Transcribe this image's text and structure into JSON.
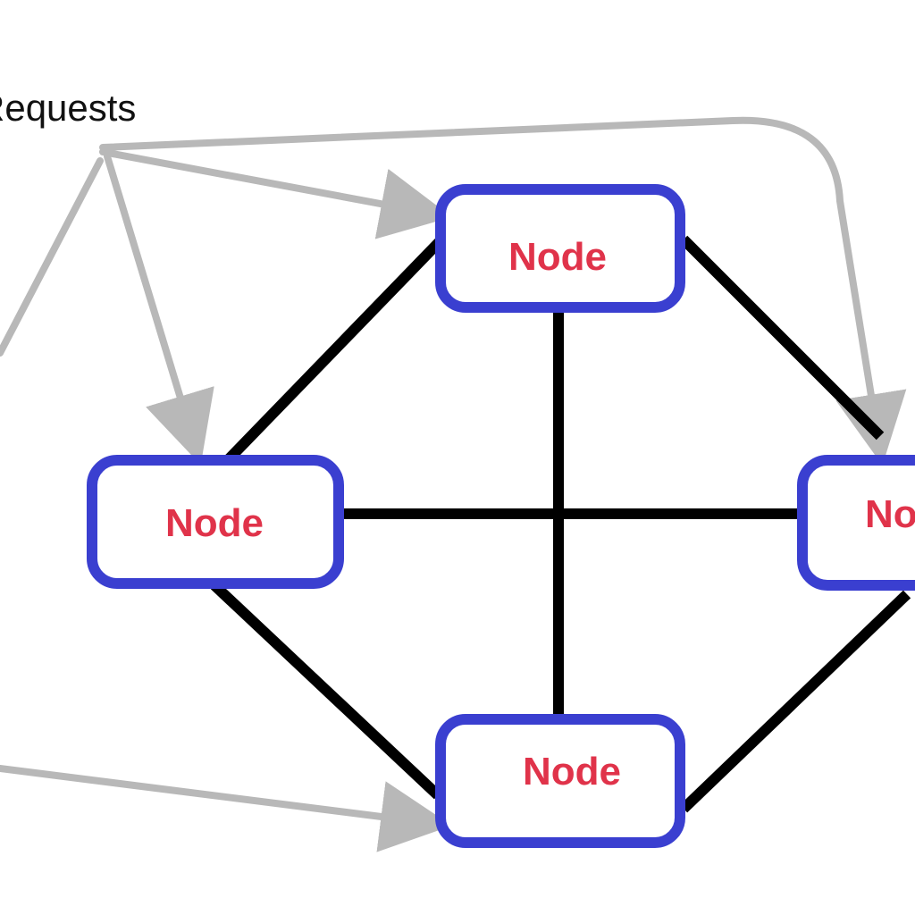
{
  "diagram": {
    "requests_label": "Requests",
    "nodes": [
      {
        "id": "top",
        "label": "Node"
      },
      {
        "id": "left",
        "label": "Node"
      },
      {
        "id": "right",
        "label": "Node"
      },
      {
        "id": "bottom",
        "label": "Node"
      }
    ],
    "colors": {
      "node_border": "#3a3fd0",
      "node_text": "#e0334a",
      "edge": "#000000",
      "request_arrow": "#b8b8b8",
      "background": "#ffffff"
    }
  }
}
